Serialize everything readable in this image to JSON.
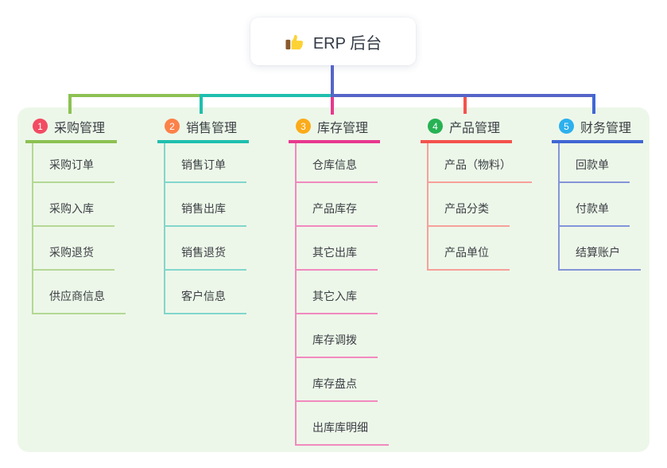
{
  "root": {
    "icon": "thumbs-up-icon",
    "label": "ERP 后台",
    "line_color": "#5565c8"
  },
  "canvas": {
    "background": "#ffffff",
    "panel_background": "#edf7e9"
  },
  "branches": [
    {
      "number": "1",
      "label": "采购管理",
      "badge_color": "#f24b62",
      "line_color": "#8cc152",
      "child_line_color": "#b3d894",
      "children": [
        "采购订单",
        "采购入库",
        "采购退货",
        "供应商信息"
      ]
    },
    {
      "number": "2",
      "label": "销售管理",
      "badge_color": "#fc8149",
      "line_color": "#1fbfae",
      "child_line_color": "#82d6cc",
      "children": [
        "销售订单",
        "销售出库",
        "销售退货",
        "客户信息"
      ]
    },
    {
      "number": "3",
      "label": "库存管理",
      "badge_color": "#fbab1a",
      "line_color": "#e8388e",
      "child_line_color": "#f189bf",
      "children": [
        "仓库信息",
        "产品库存",
        "其它出库",
        "其它入库",
        "库存调拨",
        "库存盘点",
        "出库库明细"
      ]
    },
    {
      "number": "4",
      "label": "产品管理",
      "badge_color": "#27b254",
      "line_color": "#f4524d",
      "child_line_color": "#f7a09a",
      "children": [
        "产品（物料）",
        "产品分类",
        "产品单位"
      ]
    },
    {
      "number": "5",
      "label": "财务管理",
      "badge_color": "#2cb0ee",
      "line_color": "#4166d5",
      "child_line_color": "#8494d9",
      "children": [
        "回款单",
        "付款单",
        "结算账户"
      ]
    }
  ]
}
